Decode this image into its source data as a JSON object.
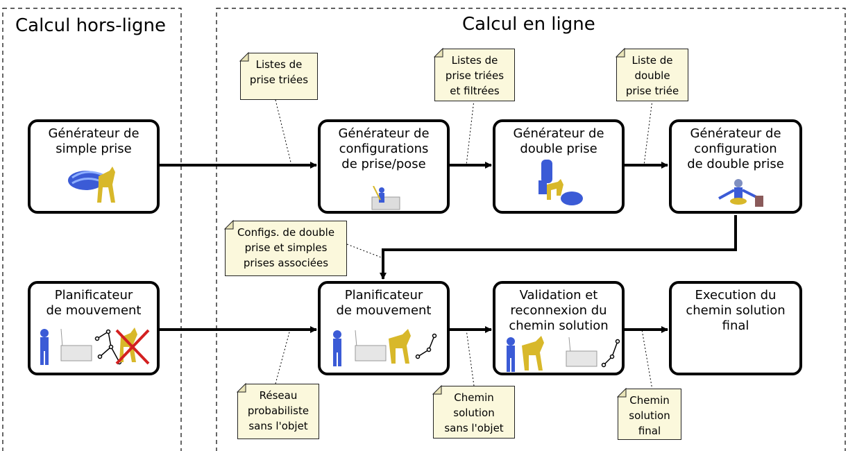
{
  "regions": {
    "offline_title": "Calcul hors-ligne",
    "online_title": "Calcul en ligne"
  },
  "boxes": {
    "simple_grasp_generator": [
      "Générateur de",
      "simple prise"
    ],
    "grasp_pose_config_generator": [
      "Générateur de",
      "configurations",
      "de prise/pose"
    ],
    "double_grasp_generator": [
      "Générateur de",
      "double prise"
    ],
    "double_grasp_config_generator": [
      "Générateur de",
      "configuration",
      "de double prise"
    ],
    "offline_motion_planner": [
      "Planificateur",
      "de mouvement"
    ],
    "online_motion_planner": [
      "Planificateur",
      "de mouvement"
    ],
    "validation_reconnection": [
      "Validation et",
      "reconnexion du",
      "chemin solution"
    ],
    "execution": [
      "Execution du",
      "chemin solution",
      "final"
    ]
  },
  "notes": {
    "sorted_grasp_lists": [
      "Listes de",
      "prise triées"
    ],
    "sorted_filtered_grasp_lists": [
      "Listes de",
      "prise triées",
      "et filtrées"
    ],
    "sorted_double_grasp_list": [
      "Liste de",
      "double",
      "prise triée"
    ],
    "double_grasp_configs": [
      "Configs. de double",
      "prise et simples",
      "prises associées"
    ],
    "probabilistic_network": [
      "Réseau",
      "probabiliste",
      "sans l'objet"
    ],
    "solution_path_without_object": [
      "Chemin",
      "solution",
      "sans l'objet"
    ],
    "final_solution_path": [
      "Chemin",
      "solution",
      "final"
    ]
  },
  "colors": {
    "note_fill": "#fbf8dc",
    "robot_blue": "#3b5bd6",
    "horse_gold": "#d8b82a",
    "cross_red": "#d32020"
  }
}
